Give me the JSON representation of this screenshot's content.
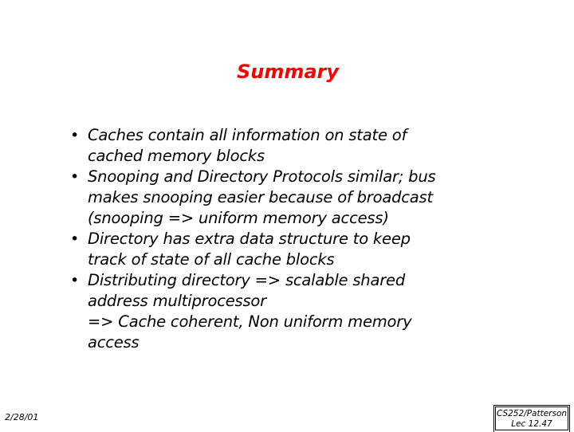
{
  "title": "Summary",
  "bullets": [
    {
      "lines": [
        "Caches contain all information on state of",
        "cached memory blocks"
      ]
    },
    {
      "lines": [
        "Snooping and Directory Protocols similar; bus",
        "makes snooping easier because of broadcast",
        "(snooping => uniform memory access)"
      ]
    },
    {
      "lines": [
        "Directory has extra data structure to keep",
        "track of state of all cache blocks"
      ]
    },
    {
      "lines": [
        "Distributing directory => scalable shared",
        "address multiprocessor",
        "=> Cache coherent, Non uniform memory",
        "access"
      ]
    }
  ],
  "footer": {
    "date": "2/28/01",
    "course": "CS252/Patterson",
    "lecture": "Lec 12.47"
  },
  "colors": {
    "title": "#ff0000",
    "text": "#000000",
    "background": "#ffffff"
  }
}
